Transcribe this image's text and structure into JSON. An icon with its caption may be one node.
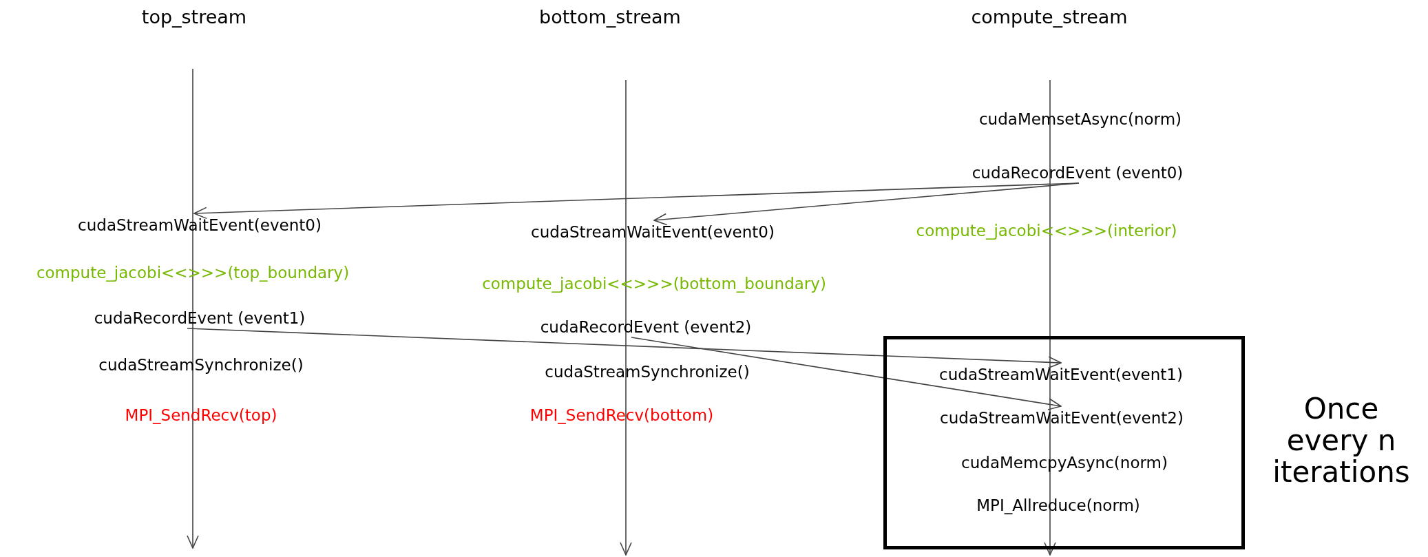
{
  "diagram": {
    "nodes": [
      {
        "text": [
          "cudaMemsetAsync(norm)"
        ]
      },
      {
        "text": [
          "cudaRecordEvent (event0)"
        ]
      },
      {
        "text": [
          "compute_jacobi<<>>>(interior)"
        ]
      },
      {
        "text": [
          "cudaStreamWaitEvent(event0)"
        ]
      },
      {
        "text": [
          "compute_jacobi<<>>>(top_boundary)"
        ]
      },
      {
        "text": [
          "cudaRecordEvent (event1)"
        ]
      },
      {
        "text": [
          "cudaStreamSynchronize()"
        ]
      },
      {
        "text": [
          "MPI_SendRecv(top)"
        ]
      },
      {
        "text": [
          "cudaStreamWaitEvent(event0)"
        ]
      },
      {
        "text": [
          "compute_jacobi<<>>>(bottom_boundary)"
        ]
      },
      {
        "text": [
          "cudaRecordEvent (event2)"
        ]
      },
      {
        "text": [
          "cudaStreamSynchronize()"
        ]
      },
      {
        "text": [
          "MPI_SendRecv(bottom)"
        ]
      },
      {
        "text": [],
        "shape": "box",
        "beside": [
          "Once every n iterations"
        ]
      },
      {
        "text": [
          "cudaStreamWaitEvent(event1)"
        ],
        "in": 13
      },
      {
        "text": [
          "cudaStreamWaitEvent(event2)"
        ],
        "in": 13
      },
      {
        "text": [
          "cudaMemcpyAsync(norm)"
        ],
        "in": 13
      },
      {
        "text": [
          "MPI_Allreduce(norm)"
        ],
        "in": 13
      }
    ],
    "edges": [
      {
        "from": 1,
        "to": 3,
        "arrow": "to"
      },
      {
        "from": 1,
        "to": 8,
        "arrow": "to"
      },
      {
        "from": 5,
        "to": 14,
        "arrow": "to"
      },
      {
        "from": 10,
        "to": 15,
        "arrow": "to"
      }
    ],
    "labels": [
      "top_stream",
      "bottom_stream",
      "compute_stream"
    ]
  }
}
